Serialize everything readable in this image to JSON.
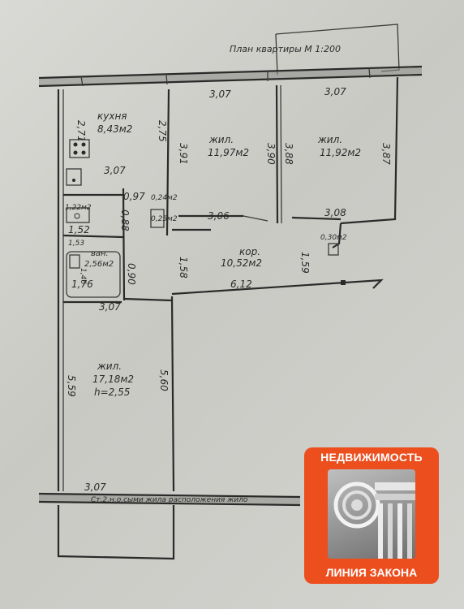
{
  "plan": {
    "title": "План квартиры М 1:200",
    "street_label": "Ст.2.н.о.сыми жила расположения жило",
    "rooms": [
      {
        "name": "кухня",
        "area": "8,43м2"
      },
      {
        "name": "жил.",
        "area": "11,97м2"
      },
      {
        "name": "жил.",
        "area": "11,92м2"
      },
      {
        "name": "кор.",
        "area": "10,52м2"
      },
      {
        "name": "ван.",
        "area": "2,56м2"
      },
      {
        "name": "жил.",
        "area": "17,18м2",
        "height": "h=2,55"
      }
    ],
    "small_areas": [
      "1,22м2",
      "0,24м2",
      "0,25м2",
      "0,30м2"
    ],
    "dimensions": [
      "3,07",
      "3,07",
      "2,71",
      "2,75",
      "3,91",
      "3,90",
      "3,88",
      "3,87",
      "3,07",
      "0,97",
      "0,88",
      "3,06",
      "3,08",
      "1,52",
      "1,53",
      "1,58",
      "1,59",
      "1,46",
      "0,90",
      "1,76",
      "6,12",
      "3,07",
      "5,59",
      "5,60",
      "3,07"
    ]
  },
  "logo": {
    "top_text": "НЕДВИЖИМОСТЬ",
    "bottom_text": "ЛИНИЯ ЗАКОНА",
    "bg": "#ec4e1e",
    "icon": "ionic-column-capital-icon"
  }
}
